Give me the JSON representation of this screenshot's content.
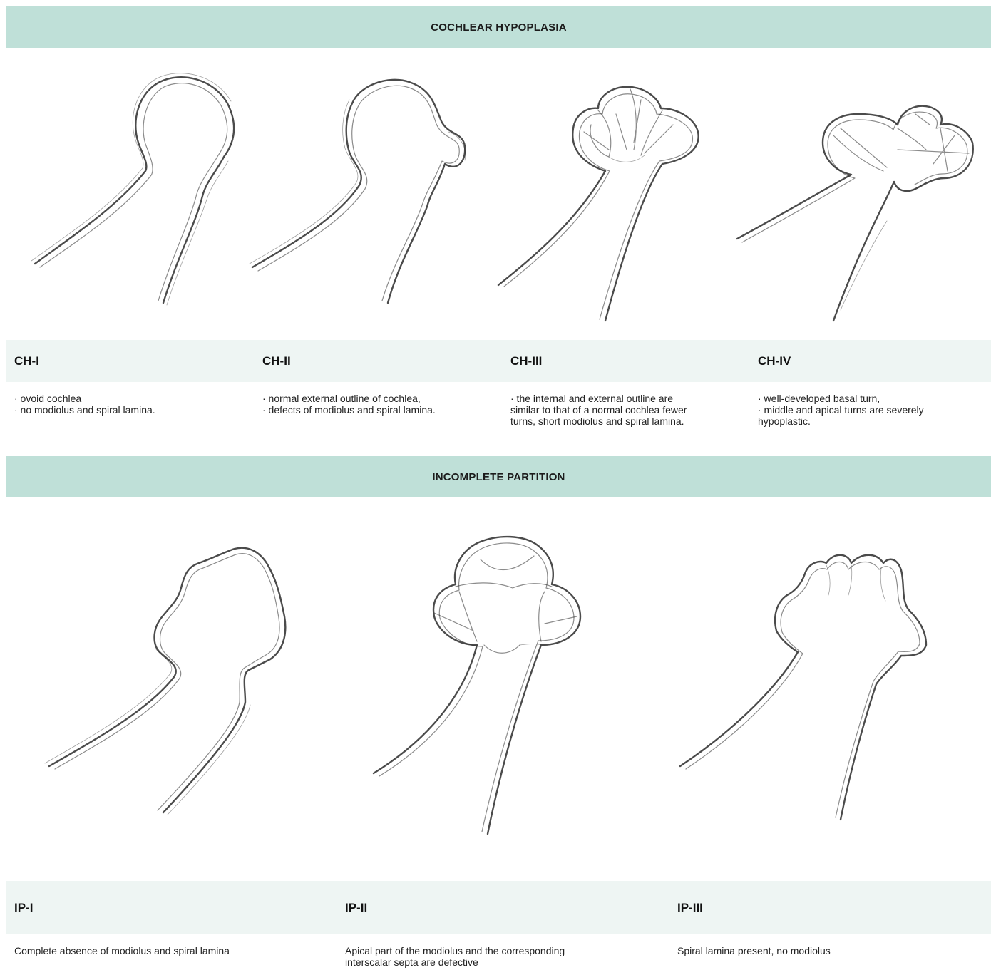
{
  "section1": {
    "title": "COCHLEAR HYPOPLASIA",
    "types": [
      {
        "label": "CH-I",
        "lines": [
          "· ovoid cochlea",
          "· no modiolus and spiral lamina."
        ]
      },
      {
        "label": "CH-II",
        "lines": [
          "· normal external outline of cochlea,",
          "· defects of modiolus and spiral lamina."
        ]
      },
      {
        "label": "CH-III",
        "lines": [
          "· the internal and external outline are",
          "similar to that of a normal cochlea fewer",
          "turns, short modiolus and spiral lamina."
        ]
      },
      {
        "label": "CH-IV",
        "lines": [
          "· well-developed basal turn,",
          "· middle and apical turns are severely",
          "hypoplastic."
        ]
      }
    ]
  },
  "section2": {
    "title": "INCOMPLETE PARTITION",
    "types": [
      {
        "label": "IP-I",
        "lines": [
          "Complete absence of modiolus and spiral lamina"
        ]
      },
      {
        "label": "IP-II",
        "lines": [
          "Apical part of the modiolus and the corresponding",
          "interscalar septa are defective"
        ]
      },
      {
        "label": "IP-III",
        "lines": [
          "Spiral lamina present, no modiolus"
        ]
      }
    ]
  }
}
